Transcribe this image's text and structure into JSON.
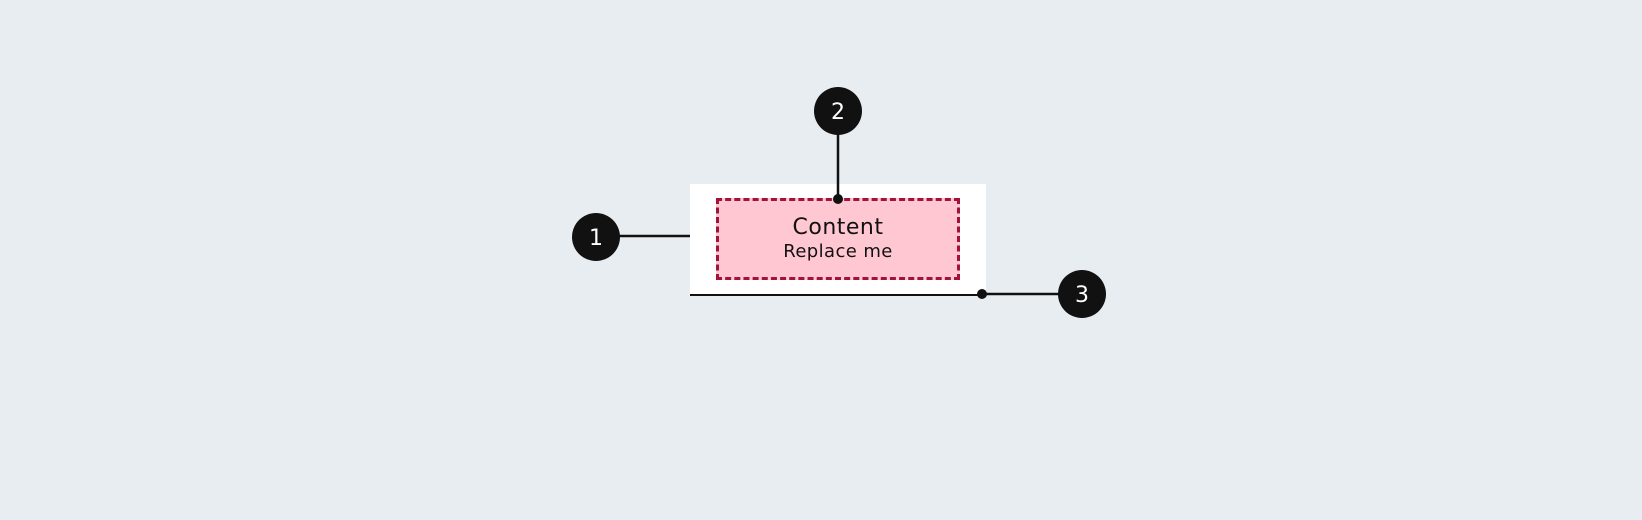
{
  "colors": {
    "background": "#e8edf1",
    "container": "#ffffff",
    "slot_fill": "#ffc7d1",
    "slot_border": "#a3123b",
    "marker": "#111111",
    "marker_text": "#ffffff"
  },
  "slot": {
    "title": "Content",
    "subtitle": "Replace me"
  },
  "markers": [
    {
      "label": "1"
    },
    {
      "label": "2"
    },
    {
      "label": "3"
    }
  ]
}
